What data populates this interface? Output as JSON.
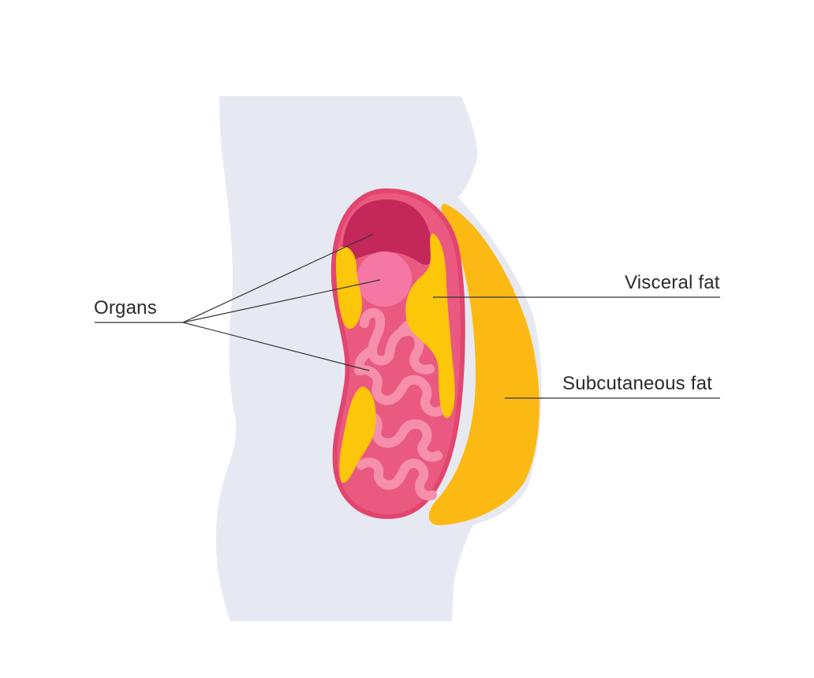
{
  "labels": {
    "organs": "Organs",
    "visceral_fat": "Visceral fat",
    "subcutaneous_fat": "Subcutaneous fat"
  },
  "colors": {
    "background": "#ffffff",
    "body_silhouette": "#e7e9f2",
    "subcutaneous_fat": "#fdb913",
    "visceral_fat": "#fcc60a",
    "abdominal_cavity_outline": "#e2456e",
    "abdominal_cavity_fill": "#ea5a80",
    "stomach_organ": "#c4285a",
    "round_organ": "#f577a4",
    "intestines": "#f58fab",
    "leader_line": "#333333"
  },
  "icons": [
    "body-silhouette",
    "subcutaneous-fat-layer",
    "abdominal-cavity",
    "stomach-organ",
    "round-organ",
    "intestines",
    "visceral-fat-deposits"
  ]
}
